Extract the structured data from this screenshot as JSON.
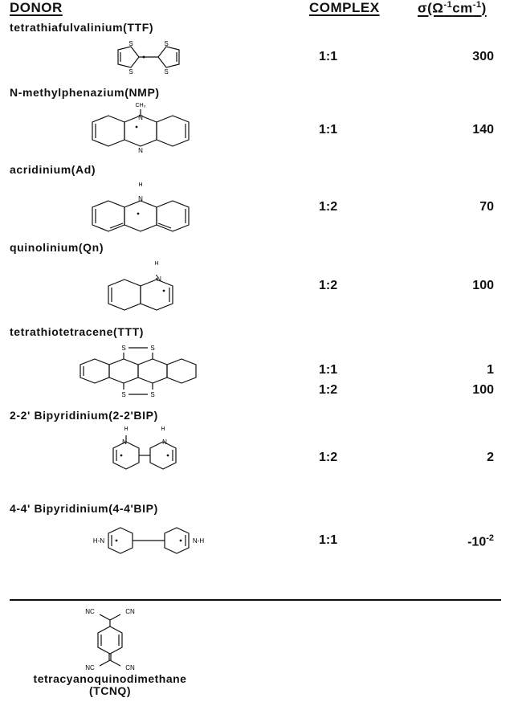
{
  "header": {
    "donor": "DONOR",
    "complex": "COMPLEX",
    "sigma_prefix": "σ(Ω",
    "sigma_exp1": "-1",
    "sigma_mid": "cm",
    "sigma_exp2": "-1",
    "sigma_suffix": ")"
  },
  "donors": [
    {
      "name": "tetrathiafulvalinium(TTF)",
      "complexes": [
        {
          "ratio": "1:1",
          "sigma": "300"
        }
      ]
    },
    {
      "name": "N-methylphenazium(NMP)",
      "complexes": [
        {
          "ratio": "1:1",
          "sigma": "140"
        }
      ]
    },
    {
      "name": "acridinium(Ad)",
      "complexes": [
        {
          "ratio": "1:2",
          "sigma": "70"
        }
      ]
    },
    {
      "name": "quinolinium(Qn)",
      "complexes": [
        {
          "ratio": "1:2",
          "sigma": "100"
        }
      ]
    },
    {
      "name": "tetrathiotetracene(TTT)",
      "complexes": [
        {
          "ratio": "1:1",
          "sigma": "1"
        },
        {
          "ratio": "1:2",
          "sigma": "100"
        }
      ]
    },
    {
      "name": "2-2' Bipyridinium(2-2'BIP)",
      "complexes": [
        {
          "ratio": "1:2",
          "sigma": "2"
        }
      ]
    },
    {
      "name": "4-4' Bipyridinium(4-4'BIP)",
      "complexes": [
        {
          "ratio": "1:1",
          "sigma_base": "-10",
          "sigma_exp": "-2"
        }
      ]
    }
  ],
  "atom_labels": {
    "S": "S",
    "N": "N",
    "H": "H",
    "CH3": "CH₃",
    "HN": "H-N",
    "NH": "N-H",
    "NC": "NC",
    "CN": "CN"
  },
  "acceptor": {
    "name_line1": "tetracyanoquinodimethane",
    "name_line2": "(TCNQ)"
  }
}
